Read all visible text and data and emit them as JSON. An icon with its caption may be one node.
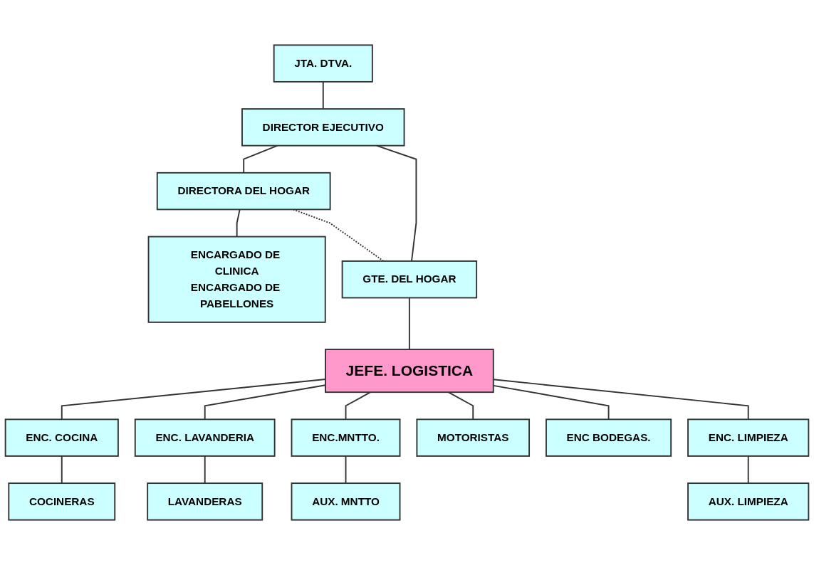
{
  "diagram": {
    "nodes": [
      {
        "text": [
          "JTA. DTVA."
        ]
      },
      {
        "text": [
          "DIRECTOR EJECUTIVO"
        ]
      },
      {
        "text": [
          "DIRECTORA DEL HOGAR"
        ]
      },
      {
        "text": [
          "ENCARGADO DE CLINICA",
          "ENCARGADO DE PABELLONES"
        ]
      },
      {
        "text": [
          "GTE. DEL HOGAR"
        ]
      },
      {
        "text": [
          "JEFE. LOGISTICA"
        ]
      },
      {
        "text": [
          "ENC. COCINA"
        ]
      },
      {
        "text": [
          "ENC. LAVANDERIA"
        ]
      },
      {
        "text": [
          "ENC.MNTTO."
        ]
      },
      {
        "text": [
          "ENC BODEGAS."
        ]
      },
      {
        "text": [
          "ENC. LIMPIEZA"
        ]
      },
      {
        "text": [
          "COCINERAS"
        ]
      },
      {
        "text": [
          "LAVANDERAS"
        ]
      },
      {
        "text": [
          "AUX. MNTTO"
        ]
      },
      {
        "text": [
          "MOTORISTAS"
        ]
      },
      {
        "text": [
          "AUX. LIMPIEZA"
        ]
      }
    ],
    "edges": [
      {
        "from": 0,
        "to": 1,
        "arrow": "none"
      },
      {
        "from": 1,
        "to": 2,
        "arrow": "none"
      },
      {
        "from": 1,
        "to": 4,
        "arrow": "none"
      },
      {
        "from": 2,
        "to": 3,
        "arrow": "none"
      },
      {
        "from": 2,
        "to": 4,
        "arrow": "none",
        "style": "dashed"
      },
      {
        "from": 4,
        "to": 5,
        "arrow": "none"
      },
      {
        "from": 5,
        "to": 6,
        "arrow": "none"
      },
      {
        "from": 5,
        "to": 7,
        "arrow": "none"
      },
      {
        "from": 5,
        "to": 8,
        "arrow": "none"
      },
      {
        "from": 5,
        "to": 14,
        "arrow": "none"
      },
      {
        "from": 5,
        "to": 9,
        "arrow": "none"
      },
      {
        "from": 5,
        "to": 10,
        "arrow": "none"
      },
      {
        "from": 6,
        "to": 11,
        "arrow": "none"
      },
      {
        "from": 7,
        "to": 12,
        "arrow": "none"
      },
      {
        "from": 8,
        "to": 13,
        "arrow": "none"
      },
      {
        "from": 10,
        "to": 15,
        "arrow": "none"
      }
    ]
  }
}
